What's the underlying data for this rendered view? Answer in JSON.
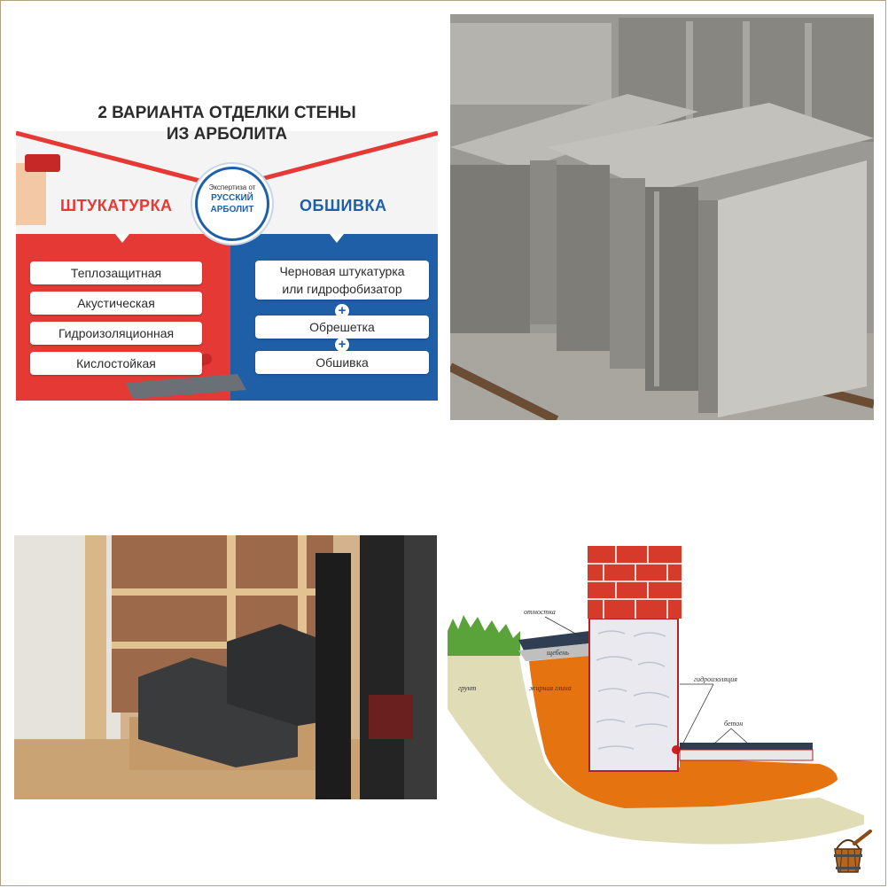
{
  "infographic": {
    "title_line1": "2 ВАРИАНТА ОТДЕЛКИ СТЕНЫ",
    "title_line2": "ИЗ АРБОЛИТА",
    "left_heading": "ШТУКАТУРКА",
    "right_heading": "ОБШИВКА",
    "badge_top": "Экспертиза от",
    "badge_line1": "РУССКИЙ",
    "badge_line2": "АРБОЛИТ",
    "left_items": [
      "Теплозащитная",
      "Акустическая",
      "Гидроизоляционная",
      "Кислостойкая"
    ],
    "right_items": [
      "Черновая штукатурка",
      "или гидрофобизатор",
      "Обрешетка",
      "Обшивка"
    ],
    "plus_sign": "+",
    "colors": {
      "red": "#e53935",
      "blue": "#1f5fa8"
    }
  },
  "diagram": {
    "labels": {
      "otmostka": "отмостка",
      "scheben": "щебень",
      "grunt": "грунт",
      "glina": "жирная глина",
      "gidro": "гидроизоляция",
      "beton": "бетон"
    }
  },
  "logo_icon": "sauna-bucket-icon"
}
